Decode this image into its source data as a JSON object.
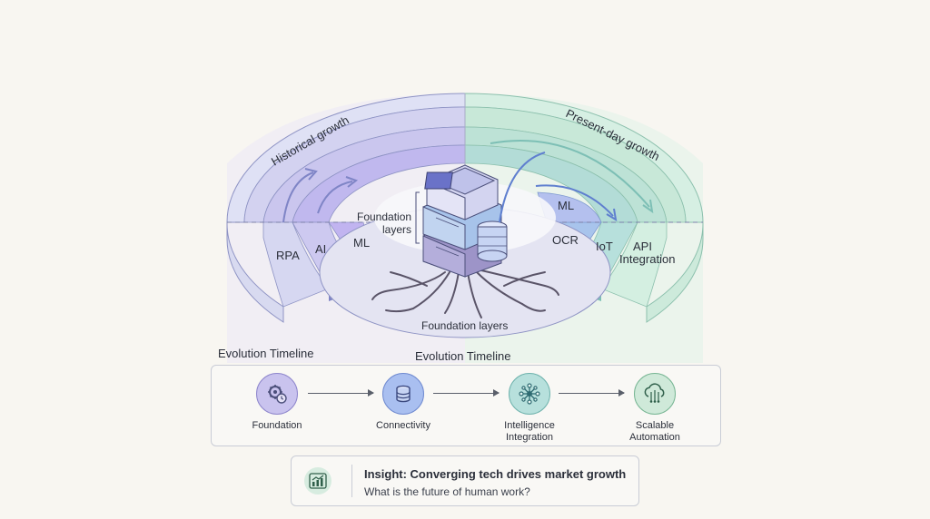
{
  "diagram": {
    "left_arc_label": "Historical growth",
    "right_arc_label": "Present-day growth",
    "left_rings": [
      "RPA",
      "AI",
      "ML"
    ],
    "right_rings": [
      "ML",
      "OCR",
      "IoT"
    ],
    "api_line1": "API",
    "api_line2": "Integration",
    "core_label_line1": "Foundation",
    "core_label_line2": "layers",
    "base_label": "Foundation layers"
  },
  "timeline": {
    "outer_title": "Evolution Timeline",
    "inner_title": "Evolution Timeline",
    "steps": [
      {
        "label_line1": "Foundation",
        "label_line2": ""
      },
      {
        "label_line1": "Connectivity",
        "label_line2": ""
      },
      {
        "label_line1": "Intelligence",
        "label_line2": "Integration"
      },
      {
        "label_line1": "Scalable",
        "label_line2": "Automation"
      }
    ]
  },
  "insight": {
    "title": "Insight: Converging tech drives market growth",
    "question": "What is the future of human work?"
  }
}
